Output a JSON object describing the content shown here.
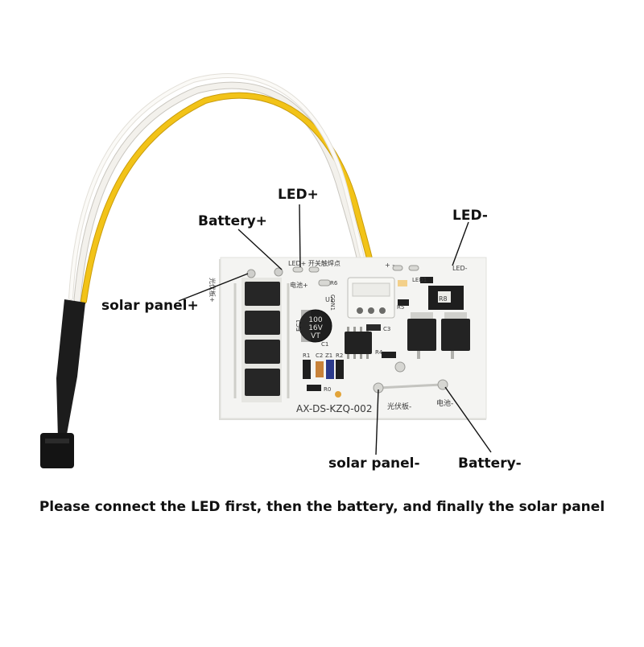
{
  "labels": {
    "led_plus": "LED+",
    "battery_plus": "Battery+",
    "led_minus": "LED-",
    "solar_panel_plus": "solar panel+",
    "solar_panel_minus": "solar panel-",
    "battery_minus": "Battery-"
  },
  "instruction": "Please connect the LED first, then the battery, and finally the solar panel",
  "board": {
    "model": "AX-DS-KZQ-002",
    "pad_solar_minus": "光伏板-",
    "pad_battery_minus": "电池-",
    "pad_led_plus": "LED+ 开关触焊点",
    "pad_battery_plus": "电池+",
    "pad_solar_plus": "光伏板+",
    "pad_led_minus": "LED-",
    "connector": "CON1",
    "ic": "U1",
    "capacitor": "EC1",
    "capacitor_marking_1": "100",
    "capacitor_marking_2": "16V",
    "capacitor_marking_3": "VT",
    "resistor_r1": "R1",
    "resistor_r2": "R2",
    "resistor_r4": "R4",
    "resistor_r5": "R5",
    "resistor_r6": "R6",
    "resistor_r8": "R8",
    "resistor_r0": "R0",
    "cap_c1": "C1",
    "cap_c2": "C2",
    "cap_c3": "C3",
    "diode_z1": "Z1",
    "led_1": "LED1",
    "pads_plus_minus": "+ -"
  },
  "colors": {
    "board": "#f4f4f2",
    "wire_white": "#f3f1ec",
    "wire_yellow": "#f2c318",
    "sleeve": "#1a1a1a",
    "component": "#262626"
  }
}
